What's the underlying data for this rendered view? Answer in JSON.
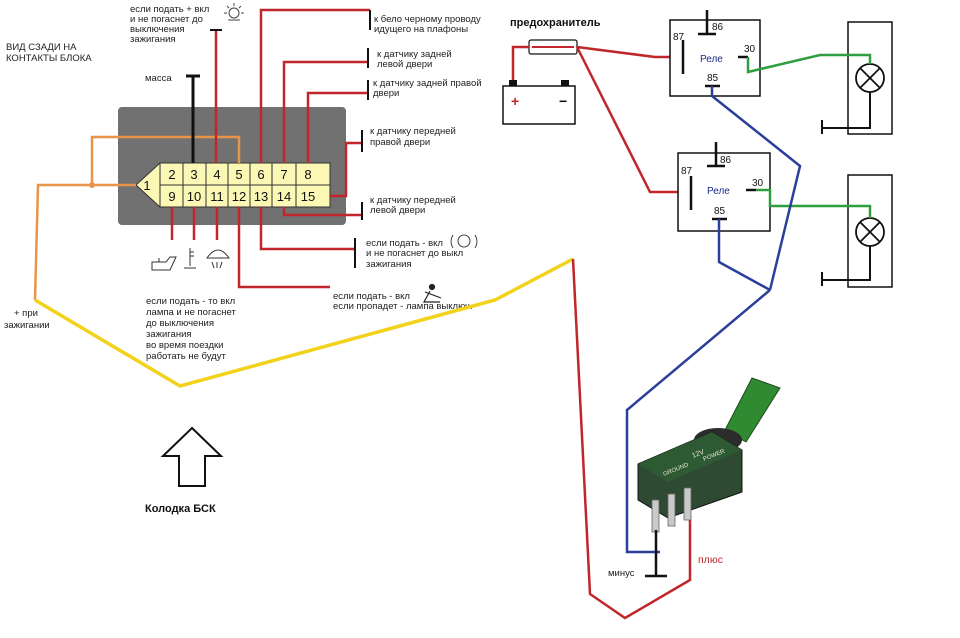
{
  "block": {
    "view_label_1": "ВИД СЗАДИ НА",
    "view_label_2": "КОНТАКТЫ БЛОКА",
    "title": "Колодка БСК",
    "pins_top": [
      "1",
      "2",
      "3",
      "4",
      "5",
      "6",
      "7",
      "8"
    ],
    "pins_bottom": [
      "9",
      "10",
      "11",
      "12",
      "13",
      "14",
      "15"
    ]
  },
  "labels": {
    "massa": "масса",
    "top1": [
      "если подать + вкл",
      "и не погаснет до",
      "выключения",
      "зажигания"
    ],
    "top2": [
      "к бело черному проводу",
      "идущего на плафоны"
    ],
    "r1": [
      "к датчику задней",
      "левой двери"
    ],
    "r2": [
      "к датчику задней правой",
      "двери"
    ],
    "r3": [
      "к датчику передней",
      "правой двери"
    ],
    "r4": [
      "к датчику передней",
      "левой двери"
    ],
    "r5": [
      "если подать - вкл",
      "и не погаснет до выкл",
      "зажигания"
    ],
    "r6": [
      "если подать - вкл",
      "если пропадет - лампа выключ."
    ],
    "bottom": [
      "если подать - то вкл",
      "лампа и не погаснет",
      "до выключения",
      "зажигания",
      "во время поездки",
      "работать не будут"
    ],
    "ignition": [
      "+ при",
      "зажигании"
    ],
    "fuse": "предохранитель",
    "minus": "минус",
    "plus": "плюс"
  },
  "relay": {
    "name": "Реле",
    "pin87": "87",
    "pin86": "86",
    "pin85": "85",
    "pin30": "30"
  },
  "switch": {
    "text_top": "12V",
    "text_left": "GROUND",
    "text_right": "POWER"
  },
  "colors": {
    "red": "#c0262c",
    "blue": "#2a3f9a",
    "green": "#2f9e3f",
    "yellow": "#f2d21b",
    "orange": "#e8954a",
    "connector": "#717171",
    "pins_bg": "#fbf7b4"
  }
}
